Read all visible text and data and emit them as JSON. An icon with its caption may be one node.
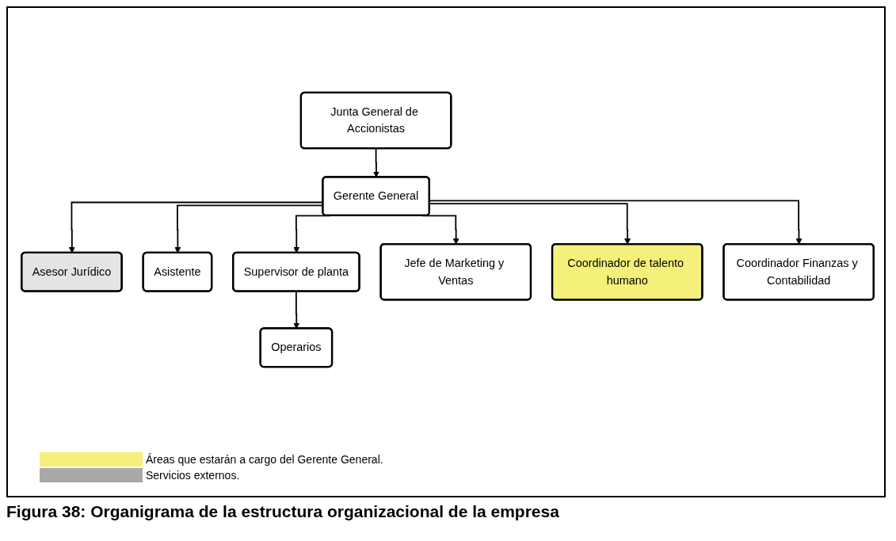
{
  "diagram": {
    "caption": "Figura 38: Organigrama de la estructura organizacional de la empresa",
    "nodes": [
      {
        "text": [
          "Junta General de Accionistas"
        ]
      },
      {
        "text": [
          "Gerente General"
        ]
      },
      {
        "text": [
          "Asesor Jurídico"
        ]
      },
      {
        "text": [
          "Asistente"
        ]
      },
      {
        "text": [
          "Supervisor de planta"
        ]
      },
      {
        "text": [
          "Jefe de Marketing y Ventas"
        ]
      },
      {
        "text": [
          "Coordinador de talento humano"
        ]
      },
      {
        "text": [
          "Coordinador Finanzas y Contabilidad"
        ]
      },
      {
        "text": [
          "Operarios"
        ]
      }
    ],
    "edges": [
      {
        "from": 0,
        "to": 1,
        "arrow": "to"
      },
      {
        "from": 1,
        "to": 2,
        "arrow": "to"
      },
      {
        "from": 1,
        "to": 3,
        "arrow": "to"
      },
      {
        "from": 1,
        "to": 4,
        "arrow": "to"
      },
      {
        "from": 1,
        "to": 5,
        "arrow": "to"
      },
      {
        "from": 1,
        "to": 6,
        "arrow": "to"
      },
      {
        "from": 1,
        "to": 7,
        "arrow": "to"
      },
      {
        "from": 4,
        "to": 8,
        "arrow": "to"
      }
    ],
    "legend": [
      {
        "text": "Áreas que estarán a cargo del Gerente General.",
        "color": "#f5f07a"
      },
      {
        "text": "Servicios externos.",
        "color": "#a8a8a8"
      }
    ]
  }
}
